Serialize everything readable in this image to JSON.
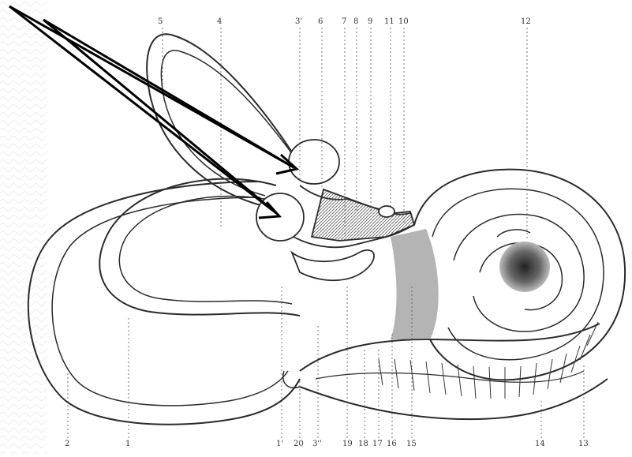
{
  "labels_top": {
    "l5": "5",
    "l4": "4",
    "l3p": "3'",
    "l6": "6",
    "l7": "7",
    "l8": "8",
    "l9": "9",
    "l11": "11",
    "l10": "10",
    "l12": "12"
  },
  "labels_bottom": {
    "l2": "2",
    "l1": "1",
    "l1p": "1'",
    "l20": "20",
    "l3pp": "3''",
    "l19": "19",
    "l18": "18",
    "l17": "17",
    "l16": "16",
    "l15": "15",
    "l14": "14",
    "l13": "13"
  },
  "colors": {
    "ink": "#2a2a2a",
    "shade": "#6a6a6a",
    "paper": "#ffffff"
  }
}
